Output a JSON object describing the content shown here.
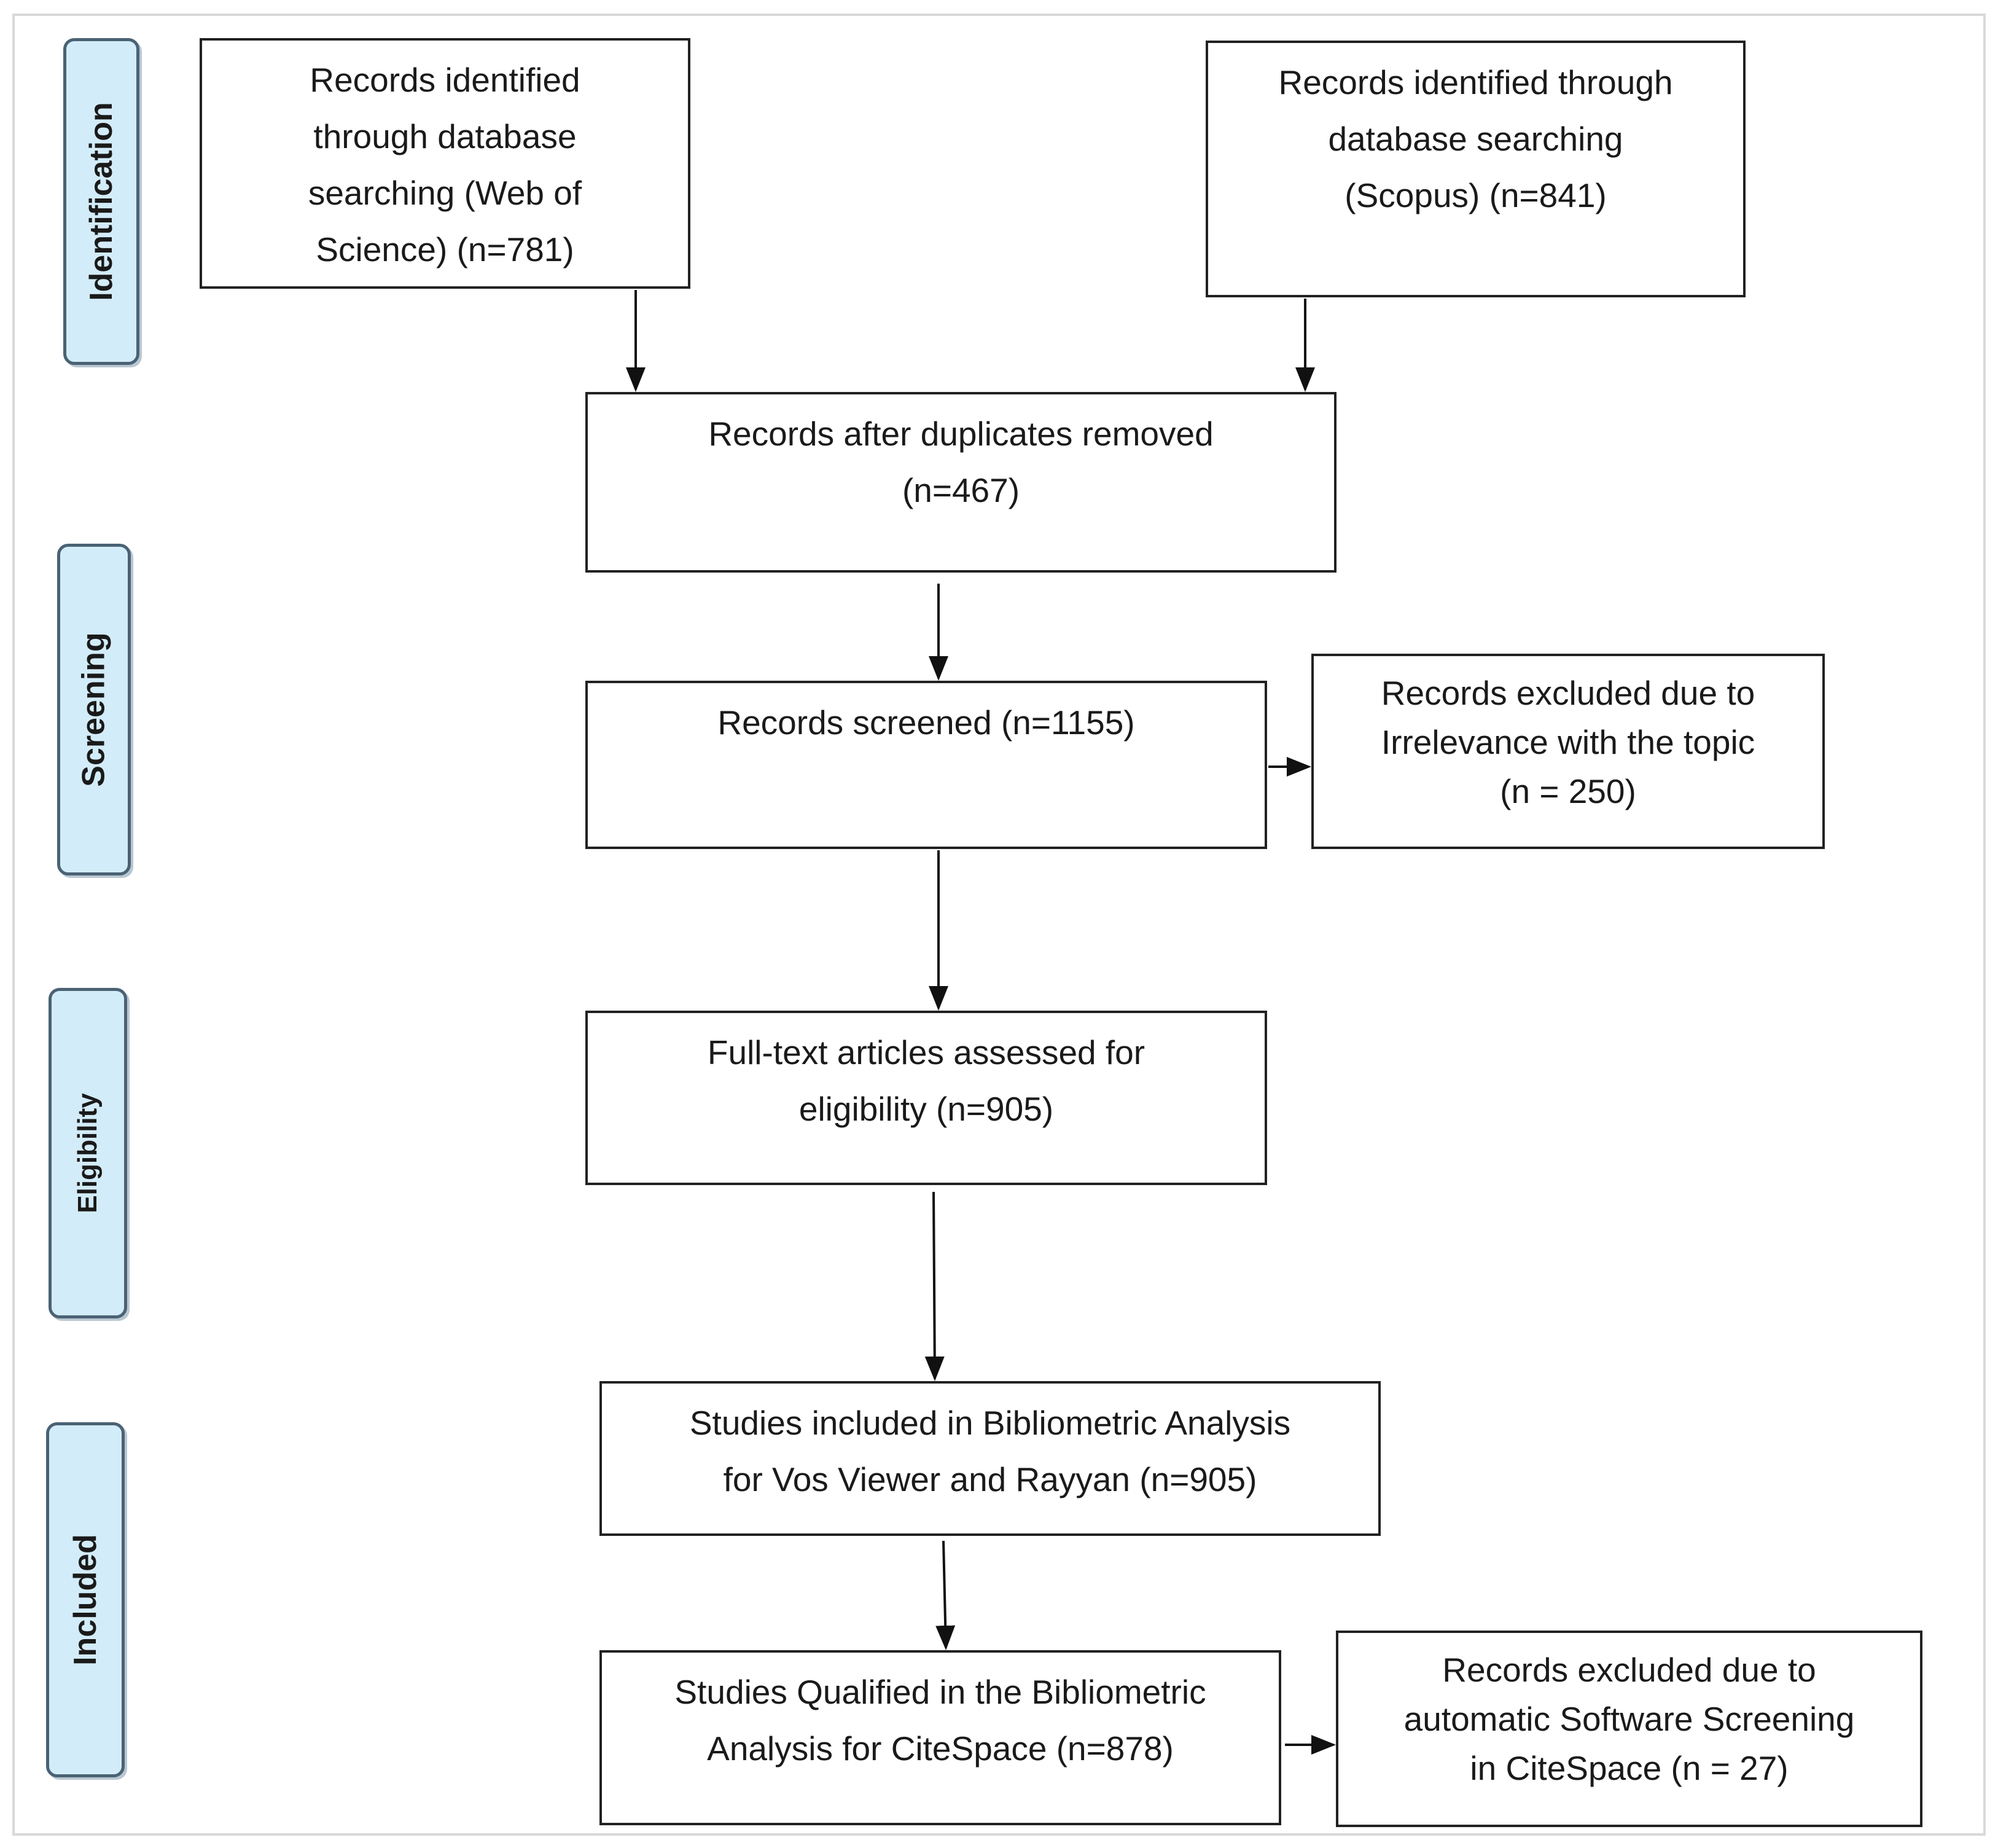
{
  "stages": {
    "identification": "Identification",
    "screening": "Screening",
    "eligibility": "Eligibility",
    "included": "Included"
  },
  "boxes": {
    "wos": [
      "Records identified",
      "through database",
      "searching (Web of",
      "Science) (n=781)"
    ],
    "scopus": [
      "Records identified through",
      "database searching",
      "(Scopus) (n=841)"
    ],
    "dedup": [
      "Records after duplicates removed",
      "(n=467)"
    ],
    "screened": [
      "Records screened (n=1155)"
    ],
    "excluded_irrelevance": [
      "Records excluded due to",
      "Irrelevance with the topic",
      "(n = 250)"
    ],
    "fulltext": [
      "Full-text articles assessed for",
      "eligibility  (n=905)"
    ],
    "included_vos": [
      "Studies included in  Bibliometric Analysis",
      "for Vos Viewer and Rayyan (n=905)"
    ],
    "qualified_citespace": [
      "Studies Qualified in  the Bibliometric",
      "Analysis for CiteSpace (n=878)"
    ],
    "excluded_software": [
      "Records excluded due to",
      "automatic Software Screening",
      "in CiteSpace (n = 27)"
    ]
  },
  "colors": {
    "stage_fill": "#d3ecf9",
    "stage_border": "#4a6274",
    "box_border": "#222222",
    "arrow": "#111111"
  }
}
